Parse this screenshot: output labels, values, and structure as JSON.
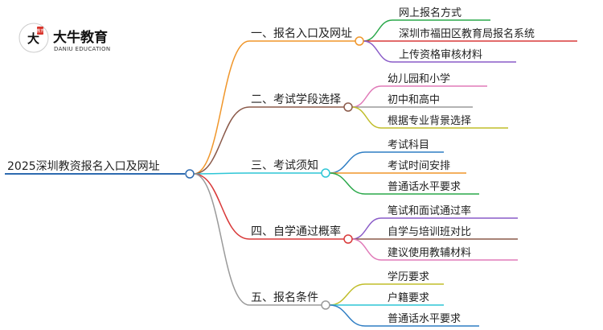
{
  "logo": {
    "glyph": "大",
    "seal": "教育",
    "title": "大牛教育",
    "subtitle": "DANIU EDUCATION",
    "seal_color": "#d9342b"
  },
  "root": {
    "label": "2025深圳教资报名入口及网址",
    "color": "#2e6bb0"
  },
  "branches": [
    {
      "label": "一、报名入口及网址",
      "color": "#f0962a",
      "leaves": [
        {
          "label": "网上报名方式",
          "color": "#2aa84a"
        },
        {
          "label": "深圳市福田区教育局报名系统",
          "color": "#d93a3a"
        },
        {
          "label": "上传资格审核材料",
          "color": "#8a5cc8"
        }
      ]
    },
    {
      "label": "二、考试学段选择",
      "color": "#8b5a4a",
      "leaves": [
        {
          "label": "幼儿园和小学",
          "color": "#e07ab8"
        },
        {
          "label": "初中和高中",
          "color": "#9a9a9a"
        },
        {
          "label": "根据专业背景选择",
          "color": "#c0bd2a"
        }
      ]
    },
    {
      "label": "三、考试须知",
      "color": "#2ec6d6",
      "leaves": [
        {
          "label": "考试科目",
          "color": "#2f7ec4"
        },
        {
          "label": "考试时间安排",
          "color": "#f0962a"
        },
        {
          "label": "普通话水平要求",
          "color": "#2aa84a"
        }
      ]
    },
    {
      "label": "四、自学通过概率",
      "color": "#d93a3a",
      "leaves": [
        {
          "label": "笔试和面试通过率",
          "color": "#8a5cc8"
        },
        {
          "label": "自学与培训班对比",
          "color": "#8b5a4a"
        },
        {
          "label": "建议使用教辅材料",
          "color": "#e07ab8"
        }
      ]
    },
    {
      "label": "五、报名条件",
      "color": "#9a9a9a",
      "leaves": [
        {
          "label": "学历要求",
          "color": "#c0bd2a"
        },
        {
          "label": "户籍要求",
          "color": "#2ec6d6"
        },
        {
          "label": "普通话水平要求",
          "color": "#2f7ec4"
        }
      ]
    }
  ]
}
